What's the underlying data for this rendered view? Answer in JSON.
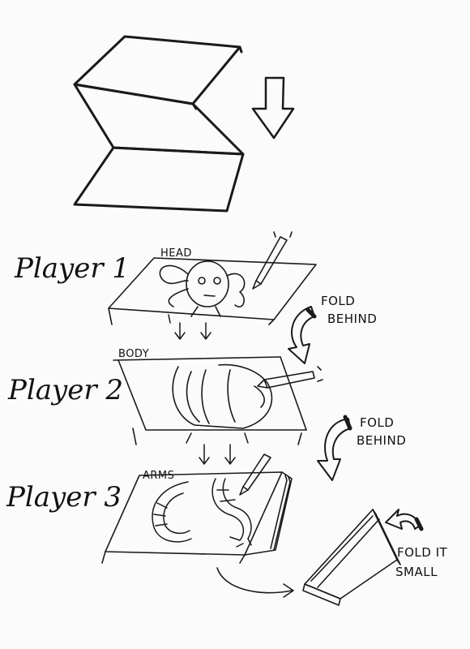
{
  "players": [
    {
      "name": "Player 1",
      "section": "HEAD"
    },
    {
      "name": "Player 2",
      "section": "BODY"
    },
    {
      "name": "Player 3",
      "section": "ARMS"
    }
  ],
  "notes": {
    "fold_behind_1": [
      "FOLD",
      "BEHIND"
    ],
    "fold_behind_2": [
      "FOLD",
      "BEHIND"
    ],
    "fold_small": [
      "FOLD IT",
      "SMALL"
    ]
  },
  "icons": {
    "down_arrow": "outline-down-arrow-icon",
    "pencil": "pencil-icon",
    "curved_arrow": "curved-arrow-icon"
  },
  "colors": {
    "ink": "#1a1a1a",
    "paper": "#fbfbfb"
  }
}
